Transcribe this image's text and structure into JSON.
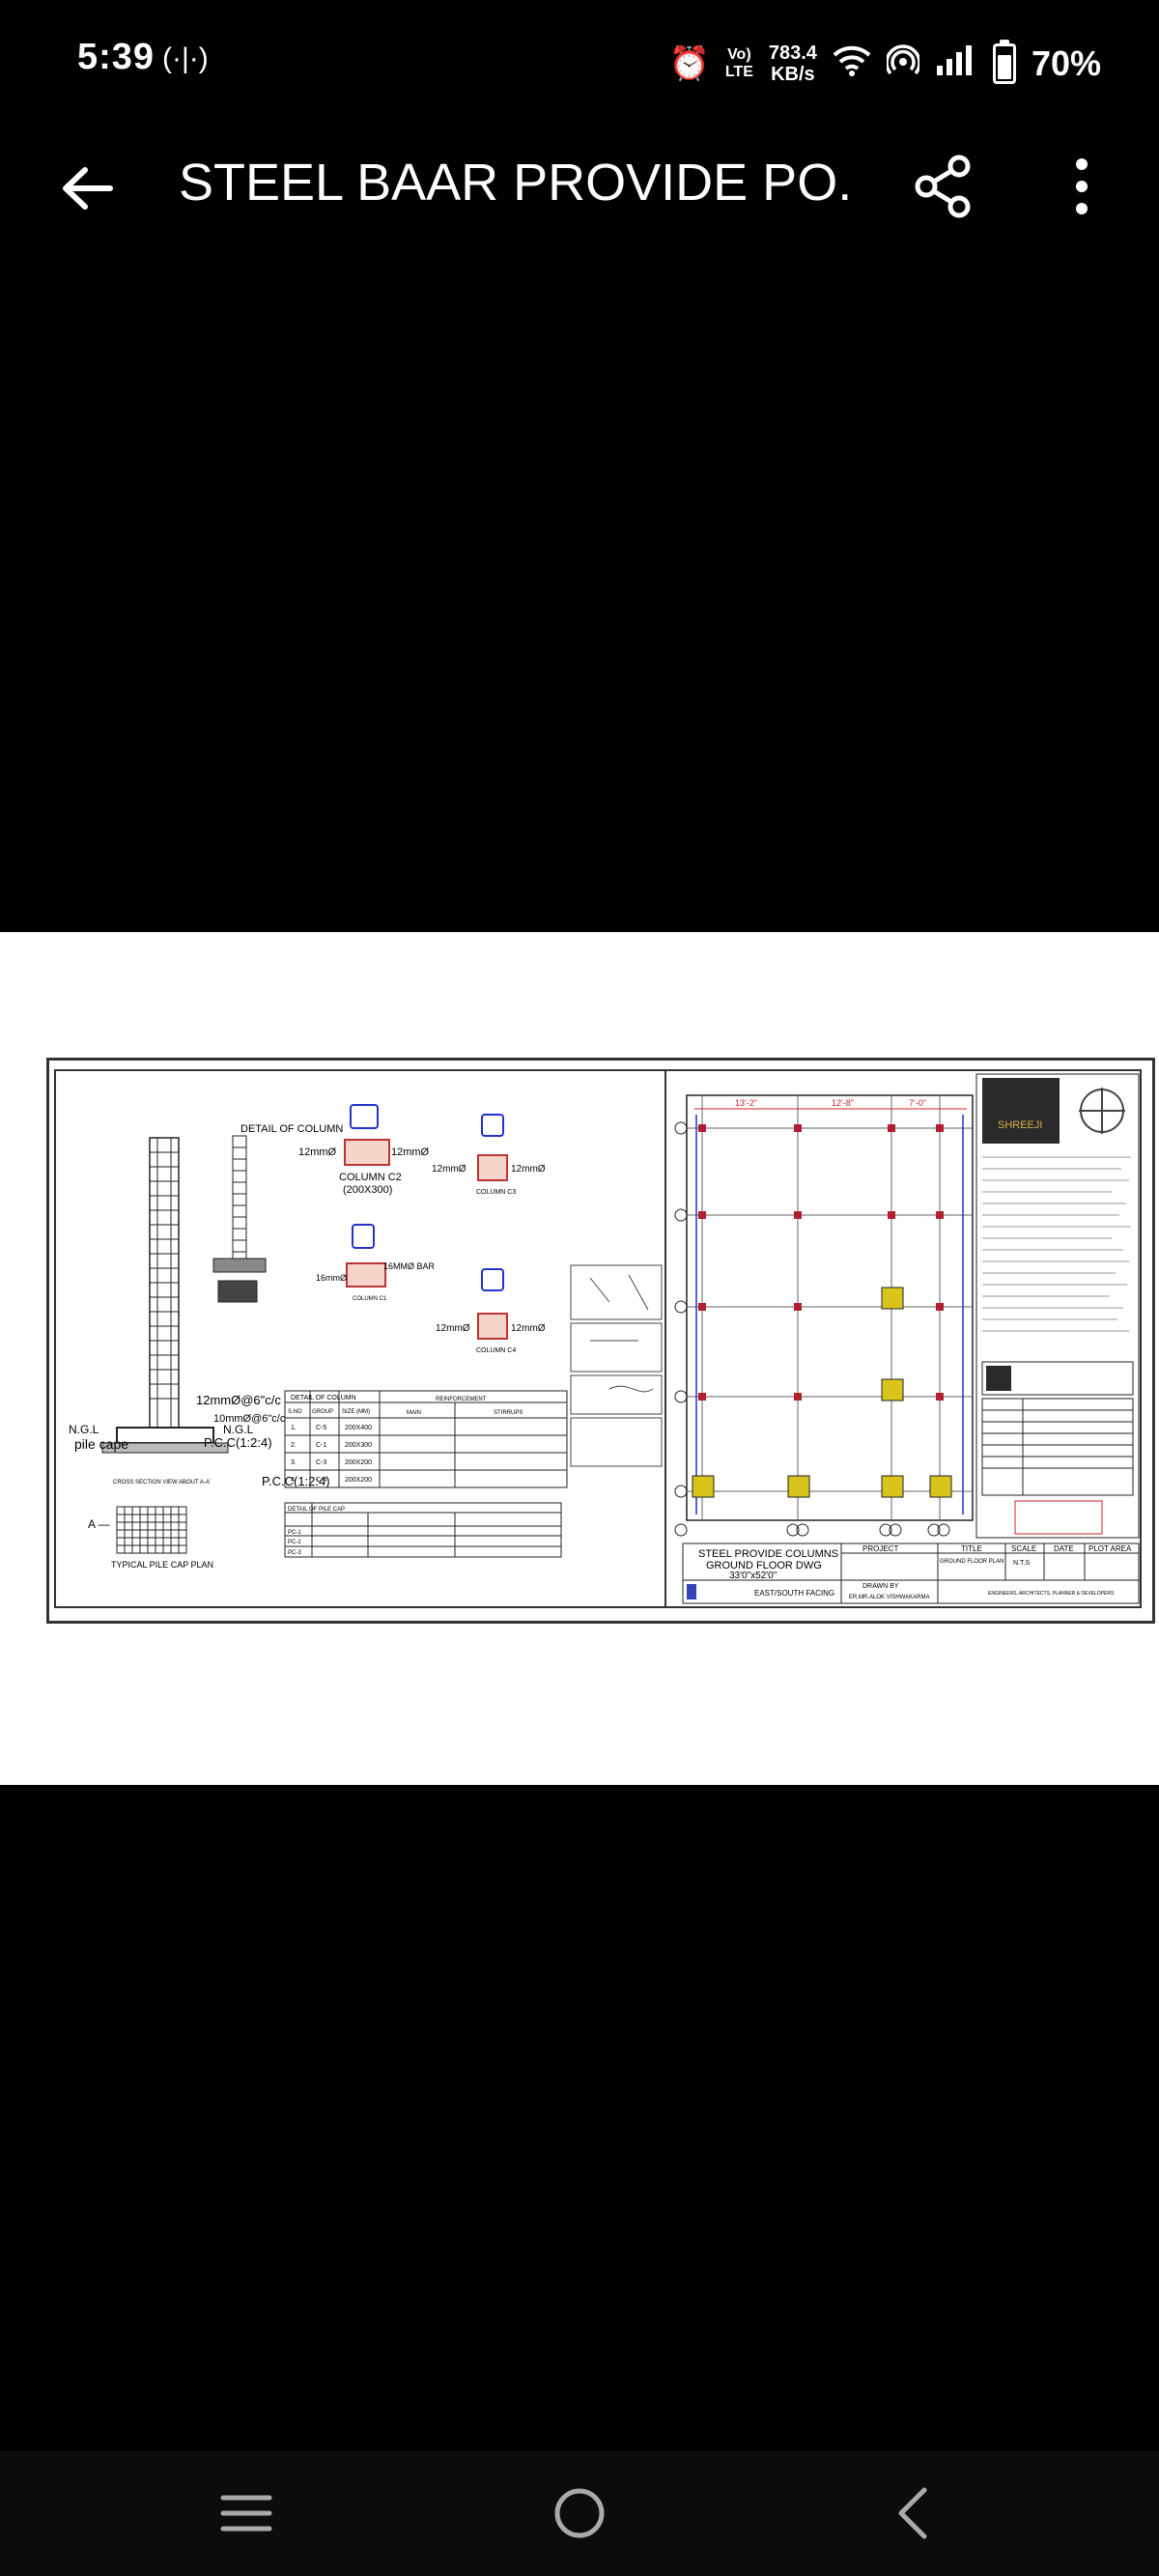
{
  "status": {
    "time": "5:39",
    "volte_top": "Vo)",
    "volte_bottom": "LTE",
    "speed_value": "783.4",
    "speed_unit": "KB/s",
    "battery": "70%",
    "battery_level": 0.7
  },
  "appbar": {
    "title": "STEEL BAAR PROVIDE PO..."
  },
  "icons": {
    "back": "arrow-left",
    "share": "share",
    "more": "more-vertical",
    "nav_menu": "hamburger",
    "nav_home": "circle",
    "nav_back": "chevron-left"
  },
  "drawing": {
    "detail_of_column": "DETAIL OF COLUMN",
    "col_c2": "COLUMN C2",
    "col_c2_size": "(200X300)",
    "col_c1": "COLUMN C1",
    "col_c3": "COLUMN C3",
    "col_c4": "COLUMN C4",
    "bar_12": "12mmØ",
    "bar_16": "16mmØ",
    "bar_16_bar": "16MMØ BAR",
    "ring_6": "12mmØ@6\"c/c",
    "ring_10": "10mmØ@6\"c/c",
    "ngl": "N.G.L",
    "pile_cap": "pile cape",
    "pcc": "P.C.C(1:2:4)",
    "cross_section": "CROSS SECTION VIEW ABOUT A-A'",
    "typical_pile_cap": "TYPICAL PILE CAP PLAN",
    "table_title": "DETAIL OF COLUMN",
    "table_headers": [
      "S.NO",
      "GROUP",
      "SIZE (MM)",
      "REINFORCEMENT"
    ],
    "table_sub_headers": [
      "MAIN",
      "STIRRUPS"
    ],
    "table_rows": [
      [
        "1.",
        "C-5",
        "200X400"
      ],
      [
        "2.",
        "C-1",
        "200X300"
      ],
      [
        "3.",
        "C-3",
        "200X200"
      ],
      [
        "4.",
        "C-4",
        "200X200"
      ]
    ],
    "pile_table_title": "DETAIL OF PILE CAP",
    "pile_rows": [
      "PC-1",
      "PC-2",
      "PC-3"
    ],
    "dim_top": [
      "13'-2\"",
      "12'-8\"",
      "7'-0\""
    ],
    "title_block_main": "STEEL PROVIDE COLUMNS",
    "title_block_sub": "GROUND FLOOR DWG",
    "title_block_size": "33'0\"x52'0\"",
    "project_label": "PROJECT",
    "title_label": "TITLE",
    "scale_label": "SCALE",
    "date_label": "DATE",
    "plot_area_label": "PLOT AREA",
    "title_value": "GROUND FLOOR PLAN",
    "scale_value": "N.T.S",
    "facing": "EAST/SOUTH FACING",
    "drawn_by_label": "DRAWN BY",
    "drawn_by": "ER.MR.ALOK VISHWAKARMA",
    "firm": "ENGINEERS, ARCHITECTS, PLANNER & DEVELOPERS",
    "brand": "SHREEJI"
  }
}
